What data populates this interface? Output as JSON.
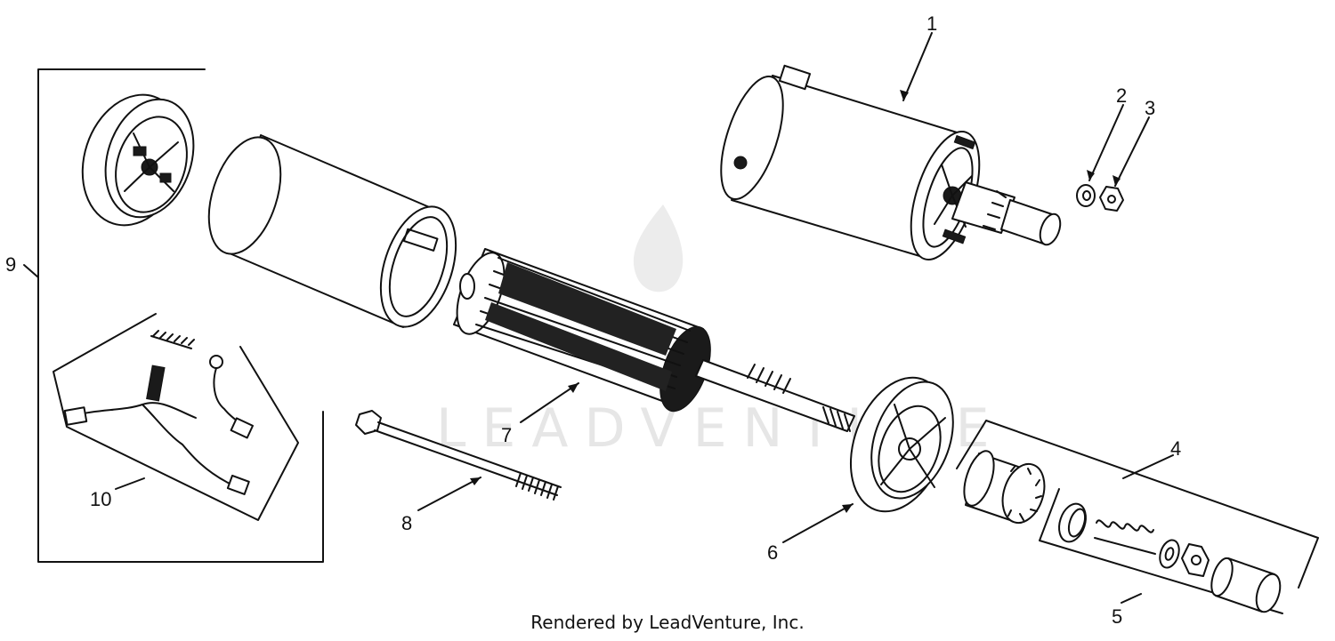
{
  "diagram": {
    "callouts": {
      "c1": "1",
      "c2": "2",
      "c3": "3",
      "c4": "4",
      "c5": "5",
      "c6": "6",
      "c7": "7",
      "c8": "8",
      "c9": "9",
      "c10": "10"
    },
    "watermark": "LEADVENTURE",
    "credit": "Rendered by LeadVenture, Inc."
  }
}
